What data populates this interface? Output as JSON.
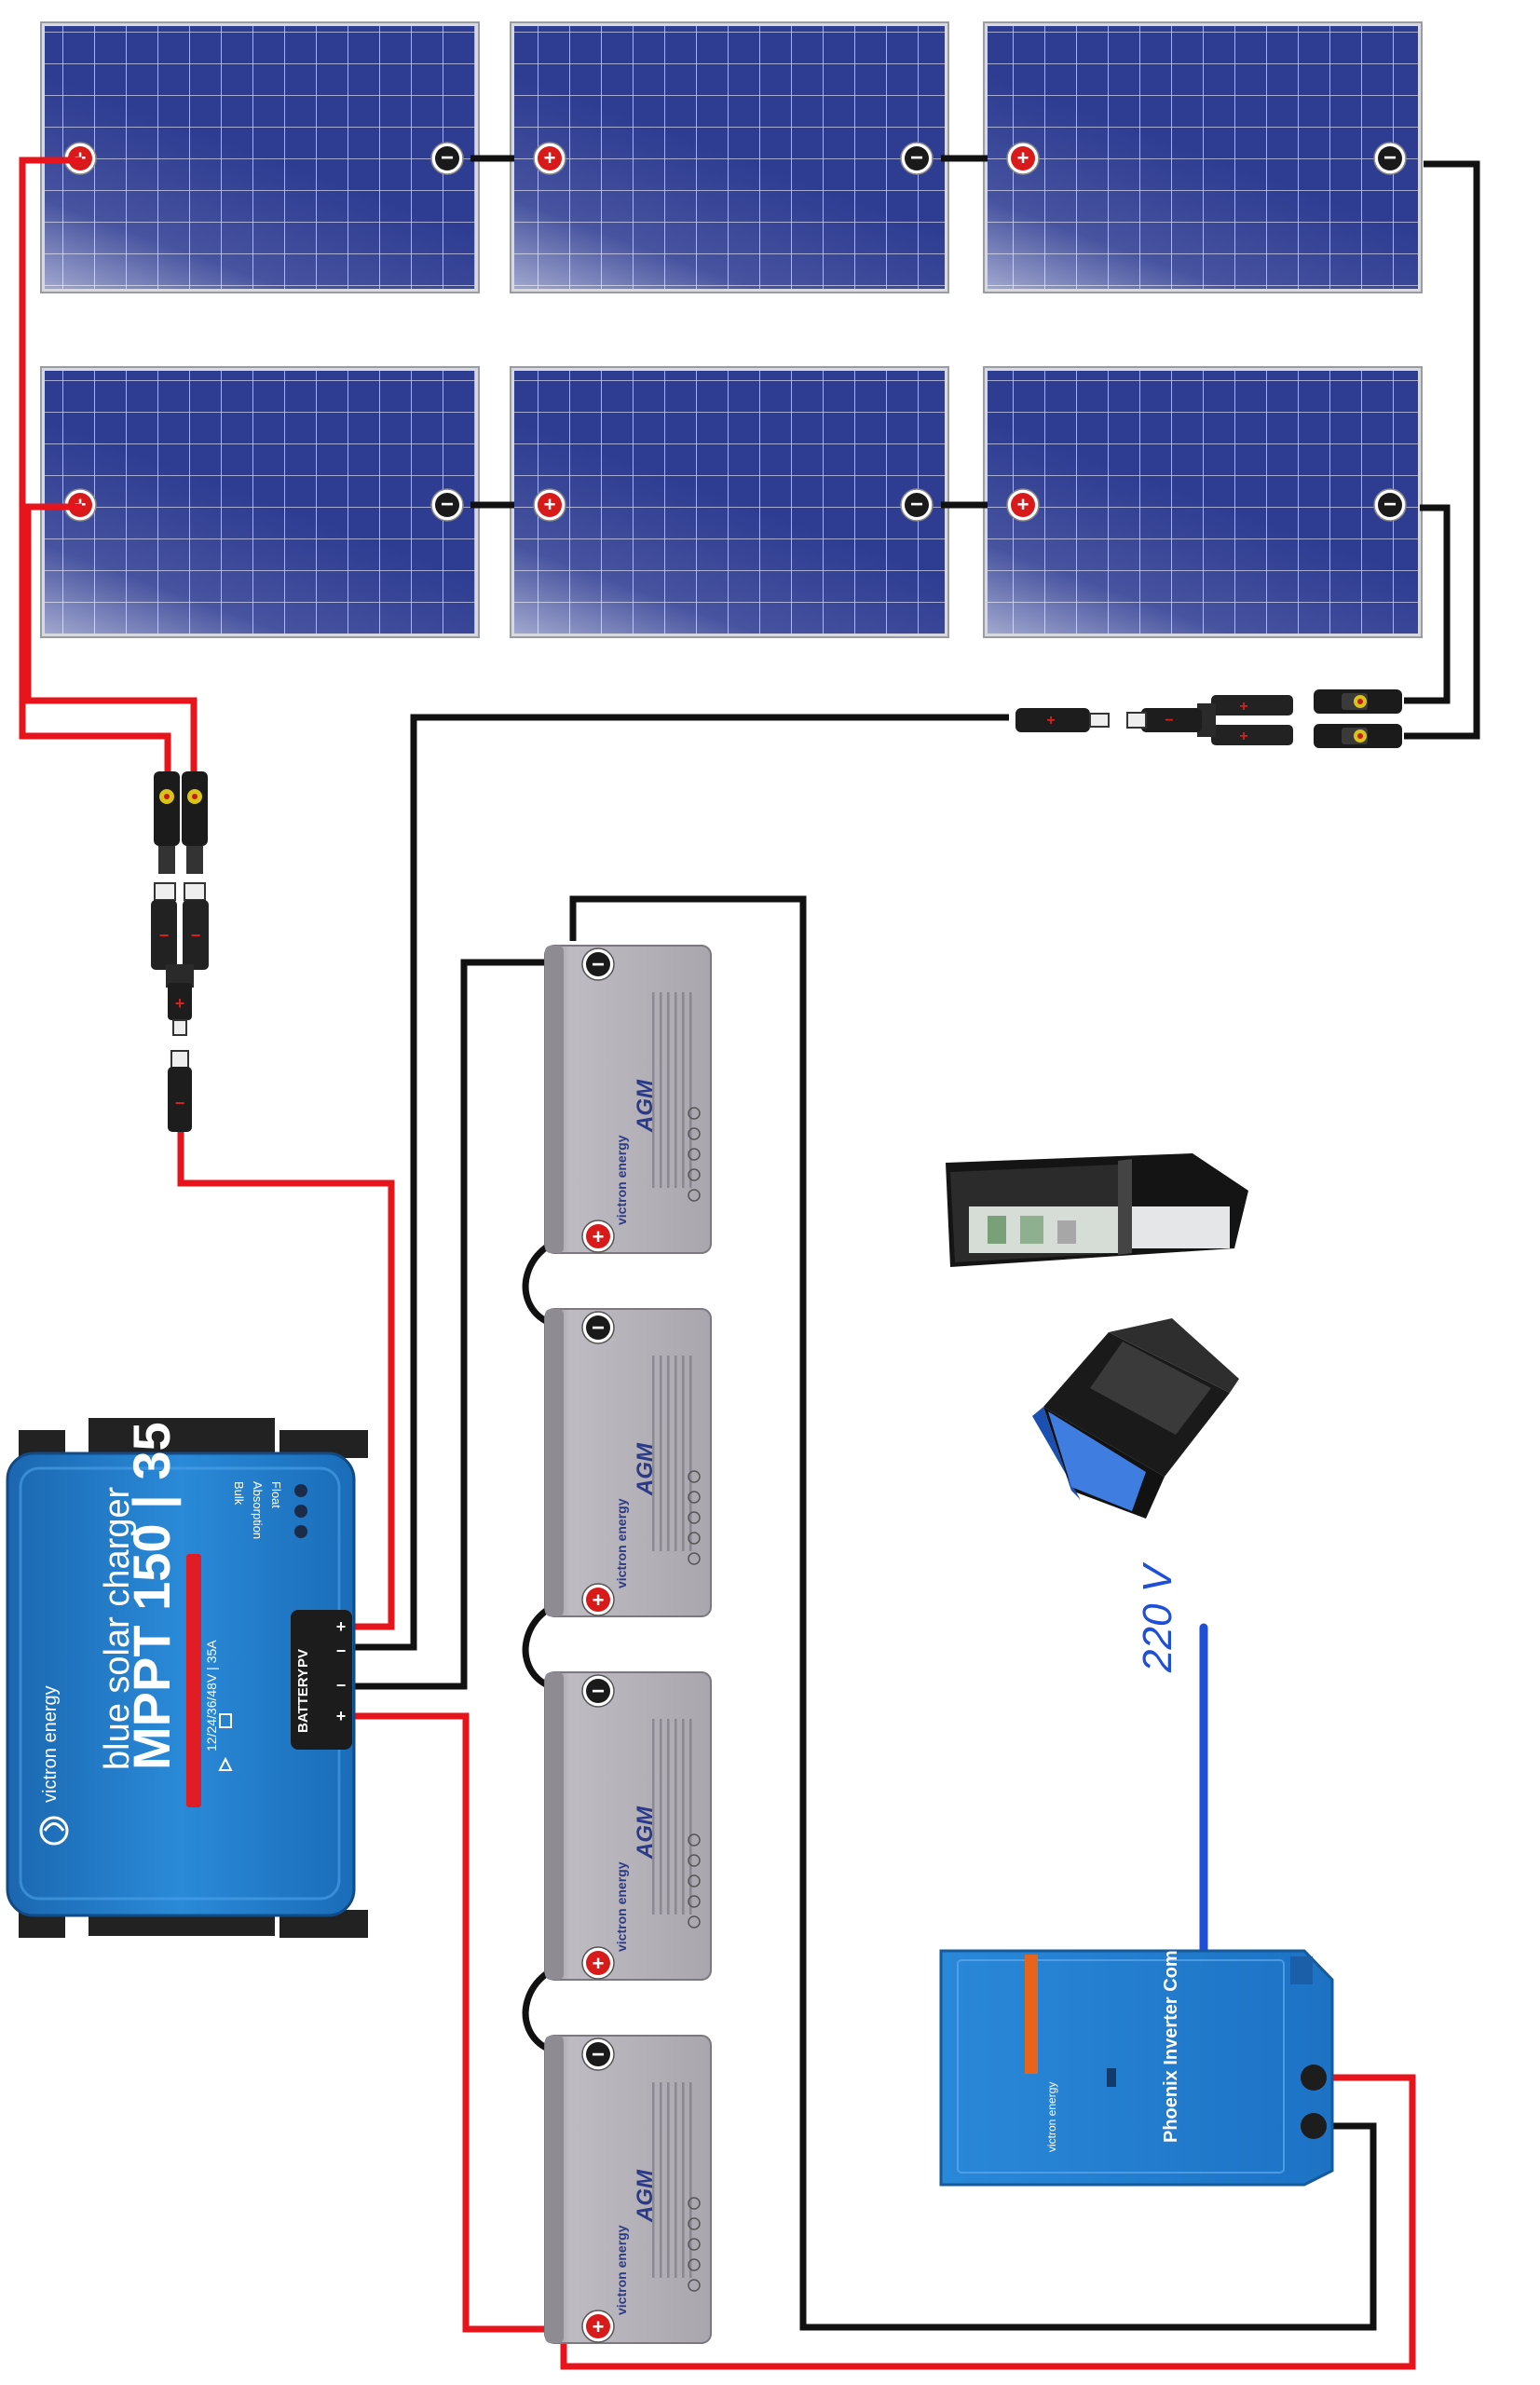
{
  "colors": {
    "wire_positive": "#e8141b",
    "wire_negative": "#111111",
    "wire_ac": "#1f4fd6",
    "panel_blue": "#2c3a8c",
    "victron_blue": "#1e78c8",
    "battery_grey": "#b3b0b6",
    "terminal_red": "#d81a1a"
  },
  "panels": {
    "plus_symbol": "+",
    "minus_symbol": "−",
    "count": 6
  },
  "connectors": {
    "plus_symbol": "+",
    "minus_symbol": "−"
  },
  "charge_controller": {
    "brand": "victron energy",
    "product_line": "blue solar charger",
    "model": "MPPT 150 | 35",
    "spec_line": "12/24/36/48V | 35A",
    "led_labels": [
      "Float",
      "Absorption",
      "Bulk"
    ],
    "terminal_battery_label": "BATTERY",
    "terminal_pv_label": "PV",
    "plus_symbol": "+",
    "minus_symbol": "−"
  },
  "batteries": {
    "count": 4,
    "brand": "victron energy",
    "type": "AGM",
    "plus_symbol": "+",
    "minus_symbol": "−"
  },
  "inverter": {
    "brand": "victron energy",
    "model": "Phoenix Inverter Compact"
  },
  "ac_output": {
    "voltage_label": "220 V"
  },
  "loads": {
    "items": [
      "coffee-machine",
      "laptop"
    ]
  }
}
